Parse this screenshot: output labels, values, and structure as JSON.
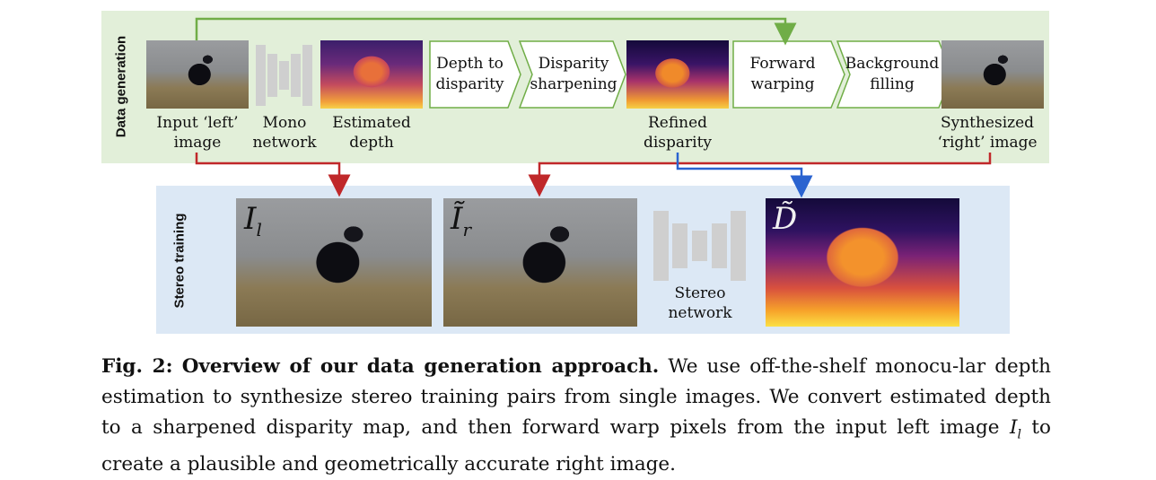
{
  "panels": {
    "top_label": "Data generation",
    "bottom_label": "Stereo training"
  },
  "top": {
    "input_label": [
      "Input ‘left’",
      "image"
    ],
    "mono_label": [
      "Mono",
      "network"
    ],
    "estimated_label": [
      "Estimated",
      "depth"
    ],
    "step1": [
      "Depth to",
      "disparity"
    ],
    "step2": [
      "Disparity",
      "sharpening"
    ],
    "refined_label": [
      "Refined",
      "disparity"
    ],
    "step3": [
      "Forward",
      "warping"
    ],
    "step4": [
      "Background",
      "filling"
    ],
    "synth_label": [
      "Synthesized",
      "‘right’ image"
    ]
  },
  "bottom": {
    "left_symbol": "I",
    "left_sub": "l",
    "right_symbol": "Ĩ",
    "right_sub": "r",
    "stereo_label": [
      "Stereo",
      "network"
    ],
    "disp_symbol": "D̃"
  },
  "caption": {
    "fig": "Fig. 2:",
    "title": "Overview of our data generation approach.",
    "text1": "We use off-the-shelf monocu-lar depth estimation to synthesize stereo training pairs from single images. We convert estimated depth to a sharpened disparity map, and then forward warp pixels from the input left image",
    "sym": "I",
    "sym_sub": "l",
    "text2": "to create a plausible and geometrically accurate right image."
  },
  "colors": {
    "green_panel": "#e2efd9",
    "blue_panel": "#dce8f5",
    "green_arrow": "#70ad47",
    "red_arrow": "#c0282a",
    "blue_arrow": "#2a63d0"
  }
}
